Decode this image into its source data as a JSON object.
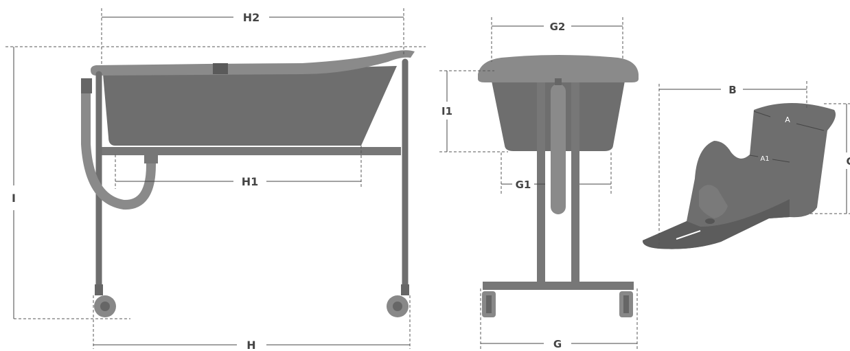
{
  "labels": {
    "h2": "H2",
    "h1": "H1",
    "h": "H",
    "i": "I",
    "i1": "I1",
    "g2": "G2",
    "g1": "G1",
    "g": "G",
    "b": "B",
    "a": "A",
    "a1": "A1",
    "c": "C"
  },
  "colors": {
    "product": "#6e6e6e",
    "dimension_lines": "#444444"
  }
}
